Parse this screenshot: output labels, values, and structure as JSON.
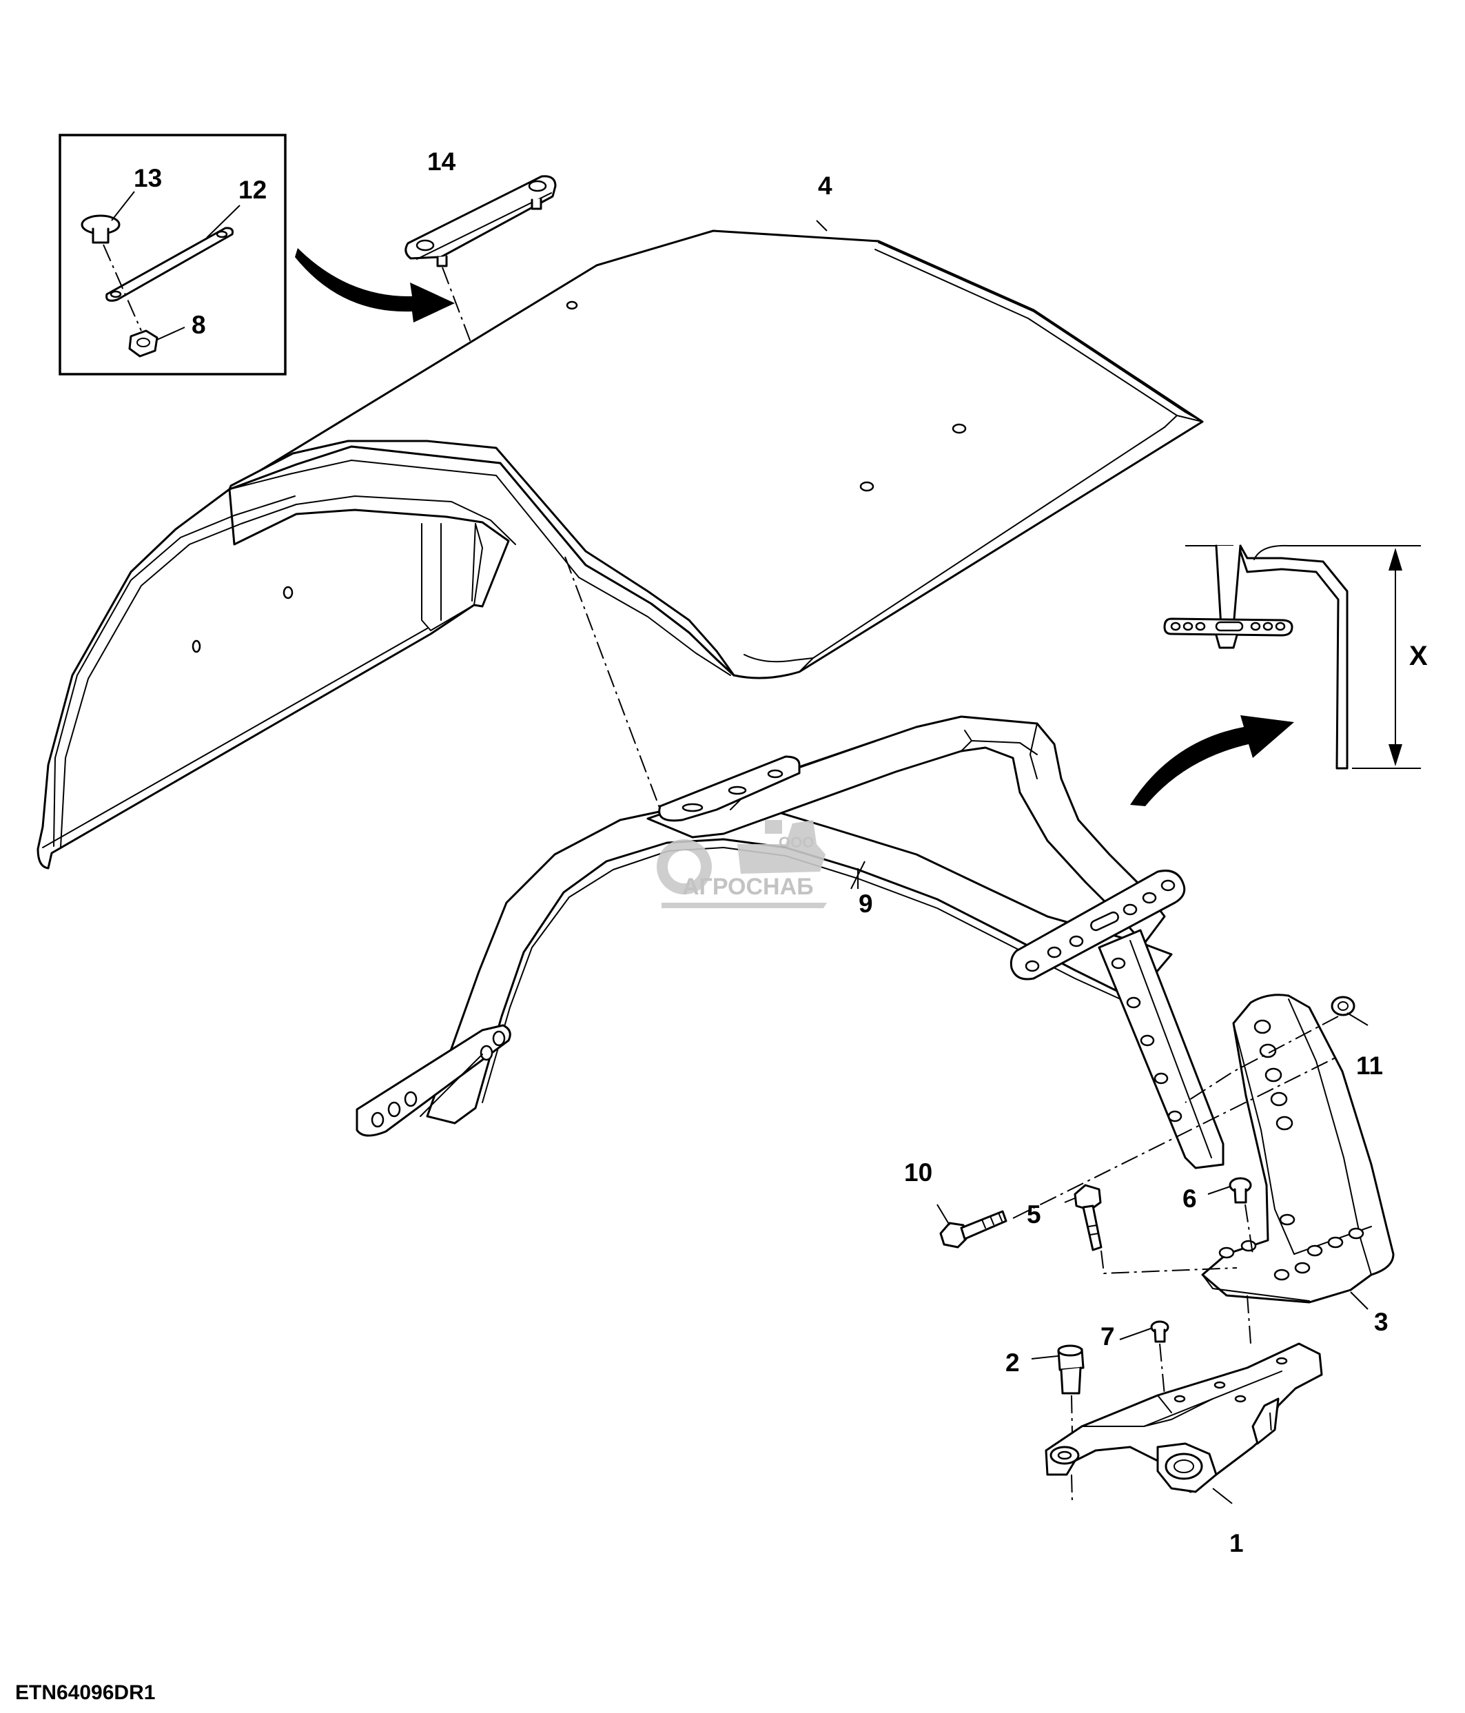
{
  "callouts": {
    "c1": "1",
    "c2": "2",
    "c3": "3",
    "c4": "4",
    "c5": "5",
    "c6": "6",
    "c7": "7",
    "c8": "8",
    "c9": "9",
    "c10": "10",
    "c11": "11",
    "c12": "12",
    "c13": "13",
    "c14": "14"
  },
  "dimension_label": "X",
  "watermark": {
    "small": "ООО",
    "name": "АГРОСНАБ"
  },
  "figure_id": "ETN64096DR1"
}
